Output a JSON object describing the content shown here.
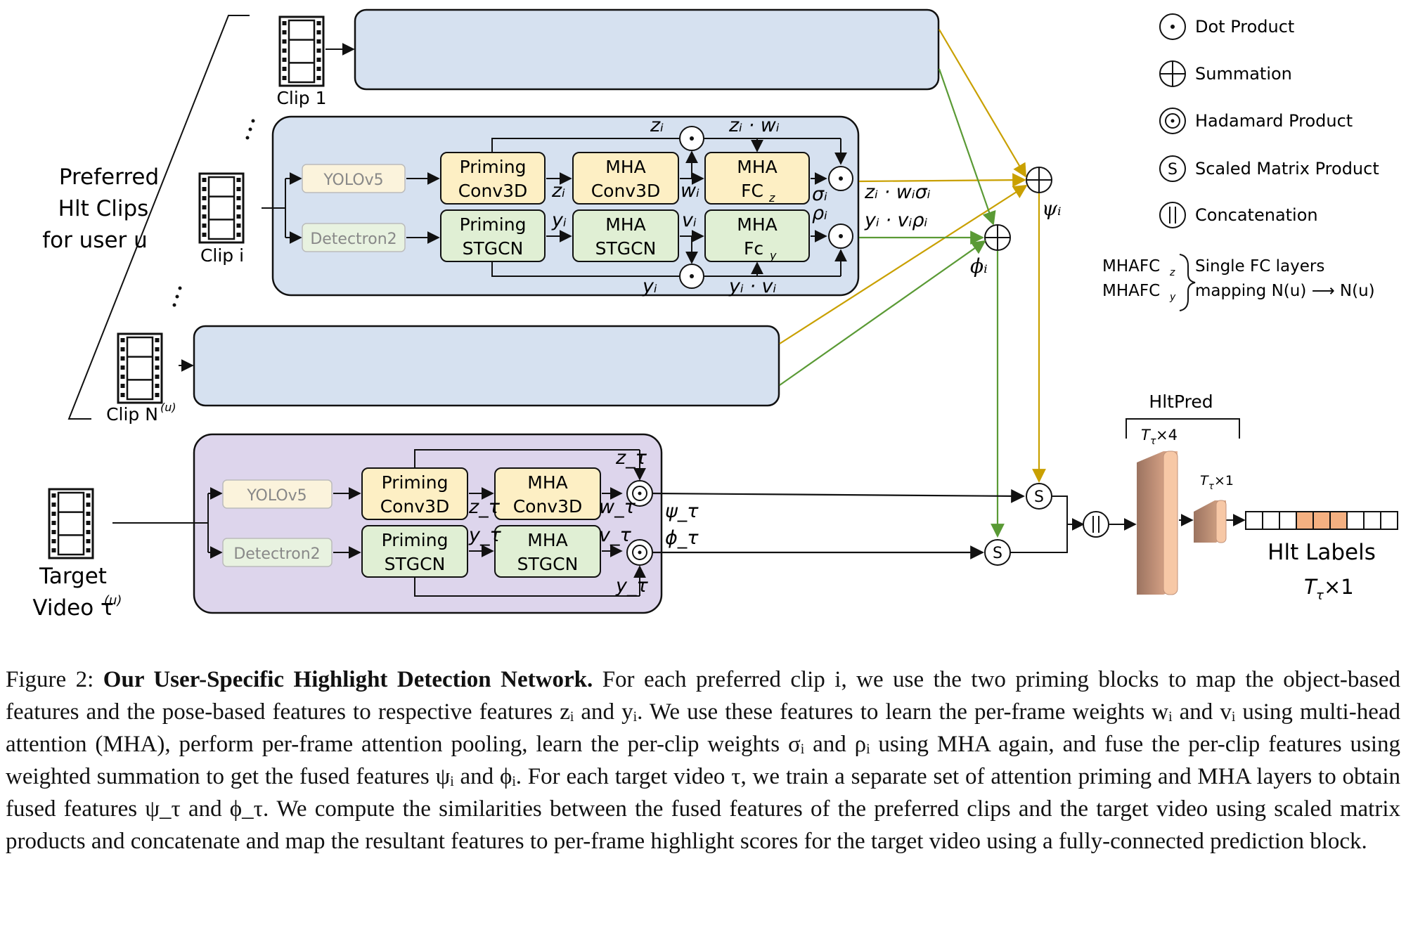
{
  "clips": {
    "clip_1": "Clip 1",
    "clip_i": "Clip i",
    "clip_n": "Clip N",
    "clip_n_sup": "(u)",
    "group_label": [
      "Preferred",
      "Hlt Clips",
      "for user u"
    ]
  },
  "target": {
    "label": [
      "Target",
      "Video τ"
    ],
    "sup": "(u)"
  },
  "blocks": {
    "yolo": "YOLOv5",
    "detectron": "Detectron2",
    "priming_conv3d": [
      "Priming",
      "Conv3D"
    ],
    "mha_conv3d": [
      "MHA",
      "Conv3D"
    ],
    "mha_fcz": [
      "MHA",
      "FC"
    ],
    "mha_fcz_sub": "z",
    "priming_stgcn": [
      "Priming",
      "STGCN"
    ],
    "mha_stgcn": [
      "MHA",
      "STGCN"
    ],
    "mha_fcy": [
      "MHA",
      "Fc"
    ],
    "mha_fcy_sub": "y"
  },
  "math": {
    "z_i": "zᵢ",
    "w_i": "wᵢ",
    "y_i": "yᵢ",
    "v_i": "vᵢ",
    "sigma_i": "σᵢ",
    "rho_i": "ρᵢ",
    "zi_wi": "zᵢ · wᵢ",
    "yi_vi": "yᵢ · vᵢ",
    "zi_wi_sigma": "zᵢ · wᵢσᵢ",
    "yi_vi_rho": "yᵢ · vᵢρᵢ",
    "psi_i": "ψᵢ",
    "phi_i": "ϕᵢ",
    "z_tau": "z_τ",
    "w_tau": "w_τ",
    "y_tau": "y_τ",
    "v_tau": "v_τ",
    "psi_tau": "ψ_τ",
    "phi_tau": "ϕ_τ"
  },
  "legend": {
    "dot": "Dot Product",
    "sum": "Summation",
    "hadamard": "Hadamard Product",
    "scaled": "Scaled Matrix Product",
    "concat": "Concatenation",
    "scaled_symbol": "S",
    "concat_symbol": "||",
    "mhafc_z": "MHAFC",
    "mhafc_z_sub": "z",
    "mhafc_y": "MHAFC",
    "mhafc_y_sub": "y",
    "fc_note_1": "Single FC layers",
    "fc_note_2": "mapping N(u) ⟶ N(u)"
  },
  "prediction": {
    "hltpred": "HltPred",
    "t4": "T",
    "t4_sub": "τ",
    "t4_suffix": "×4",
    "t1": "T",
    "t1_sub": "τ",
    "t1_suffix": "×1",
    "labels_title": "Hlt Labels",
    "labels_dim": "T",
    "labels_dim_sub": "τ",
    "labels_dim_suffix": "×1",
    "label_cells": [
      0,
      0,
      0,
      1,
      1,
      1,
      0,
      0,
      0
    ]
  },
  "colors": {
    "blue_panel": "#d6e1f0",
    "purple_panel": "#ddd5ec",
    "object_block": "#fdefc4",
    "pose_block": "#e0efd4",
    "object_arrow": "#c9a000",
    "pose_arrow": "#5a9a35",
    "label_on": "#f4b081"
  },
  "caption": {
    "label": "Figure 2:",
    "title": "Our User-Specific Highlight Detection Network.",
    "body": "For each preferred clip i, we use the two priming blocks to map the object-based features and the pose-based features to respective features zᵢ and yᵢ. We use these features to learn the per-frame weights wᵢ and vᵢ using multi-head attention (MHA), perform per-frame attention pooling, learn the per-clip weights σᵢ and ρᵢ using MHA again, and fuse the per-clip features using weighted summation to get the fused features ψᵢ and ϕᵢ. For each target video τ, we train a separate set of attention priming and MHA layers to obtain fused features ψ_τ and ϕ_τ. We compute the similarities between the fused features of the preferred clips and the target video using scaled matrix products and concatenate and map the resultant features to per-frame highlight scores for the target video using a fully-connected prediction block."
  }
}
